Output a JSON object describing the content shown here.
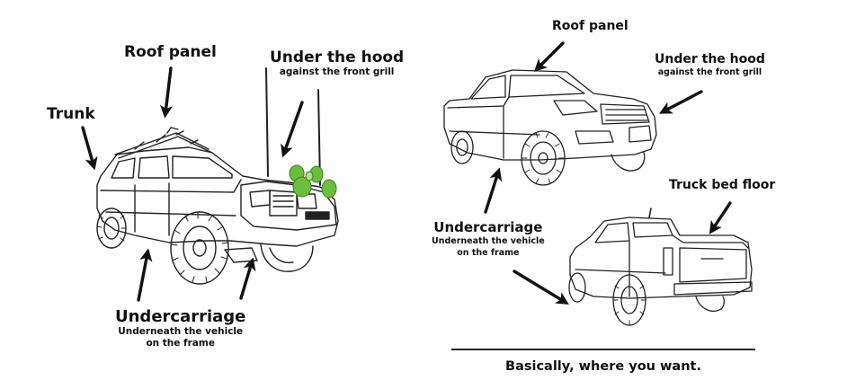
{
  "left_figure": {
    "roof_panel": "Roof panel",
    "trunk": "Trunk",
    "under_hood_title": "Under the hood",
    "under_hood_sub": "against the front grill",
    "undercarriage_title": "Undercarriage",
    "undercarriage_sub1": "Underneath the vehicle",
    "undercarriage_sub2": "on the frame"
  },
  "right_figure": {
    "roof_panel": "Roof panel",
    "under_hood_title": "Under the hood",
    "under_hood_sub": "against the front grill",
    "truck_bed_floor": "Truck bed floor",
    "undercarriage_title": "Undercarriage",
    "undercarriage_sub1": "Underneath the vehicle",
    "undercarriage_sub2": "on the frame"
  },
  "caption": "Basically, where you want.",
  "colors": {
    "ink": "#111111",
    "tracker_green": "#6bbf3a",
    "background": "#fefefe"
  }
}
